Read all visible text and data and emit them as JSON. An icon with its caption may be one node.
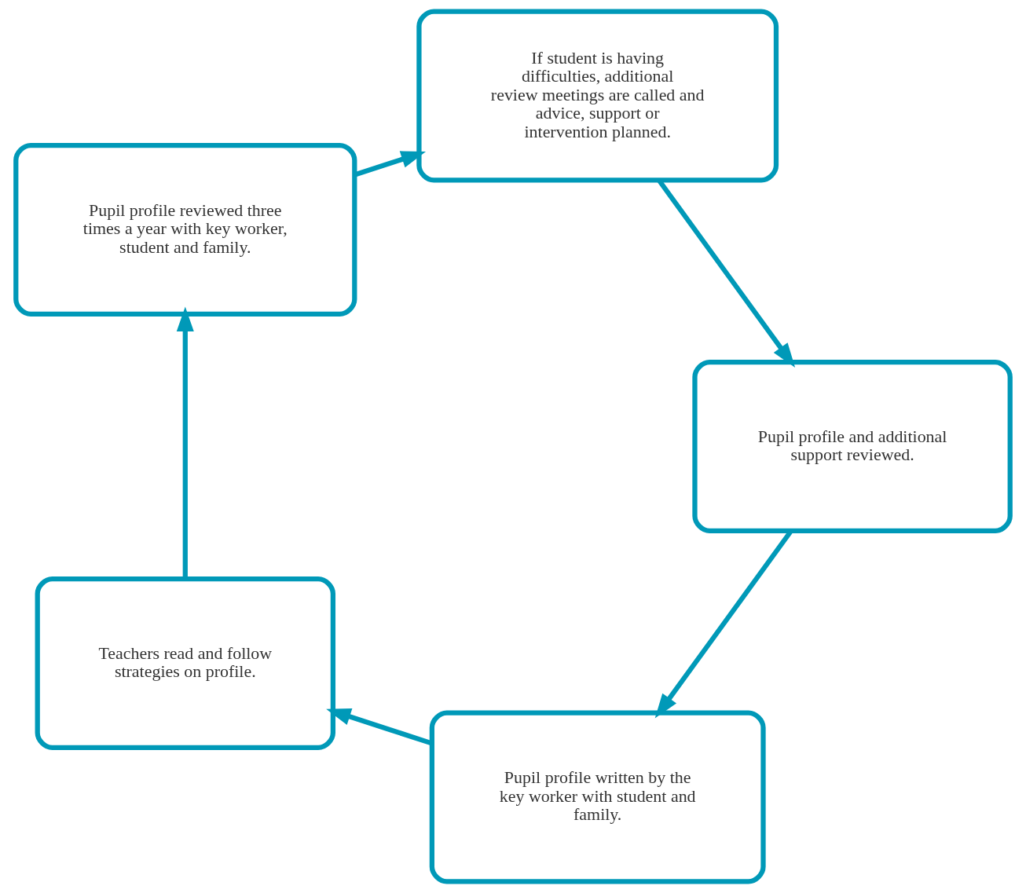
{
  "diagram": {
    "nodes": [
      {
        "text": [
          "Pupil profile written by the key worker with student and family."
        ]
      },
      {
        "text": [
          "Teachers read and follow strategies on profile."
        ]
      },
      {
        "text": [
          "Pupil profile reviewed three times a year with key worker, student and family."
        ]
      },
      {
        "text": [
          "If student is having difficulties, additional review meetings are called and advice, support or intervention planned."
        ]
      },
      {
        "text": [
          "Pupil profile and additional support reviewed."
        ]
      }
    ],
    "edges": [
      {
        "from": 0,
        "to": 1,
        "arrow": "to"
      },
      {
        "from": 1,
        "to": 2,
        "arrow": "to"
      },
      {
        "from": 2,
        "to": 3,
        "arrow": "to"
      },
      {
        "from": 3,
        "to": 4,
        "arrow": "to"
      },
      {
        "from": 4,
        "to": 0,
        "arrow": "to"
      }
    ]
  }
}
